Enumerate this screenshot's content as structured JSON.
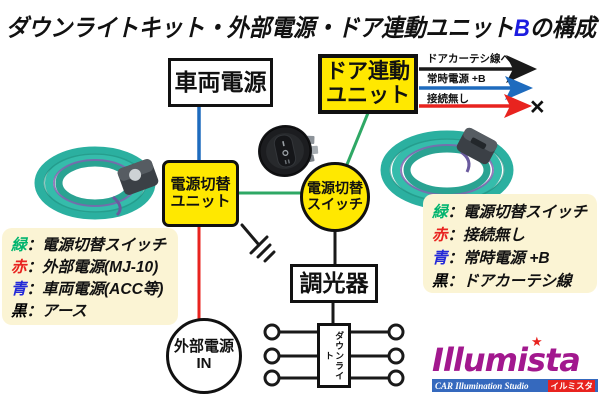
{
  "title": {
    "part1": "ダウンライトキット・外部電源・ドア連動ユニット",
    "highlight": "B",
    "part2": "の構成",
    "highlight_color": "#1c1ce0"
  },
  "nodes": {
    "vehicle_power": {
      "label": "車両電源"
    },
    "door_unit": {
      "line1": "ドア連動",
      "line2": "ユニット"
    },
    "switch_unit": {
      "line1": "電源切替",
      "line2": "ユニット"
    },
    "power_switch": {
      "line1": "電源切替",
      "line2": "スイッチ"
    },
    "dimmer": {
      "label": "調光器"
    },
    "ext_power": {
      "line1": "外部電源",
      "line2": "IN"
    },
    "downlight": {
      "label": "ダウンライト"
    }
  },
  "arrows": {
    "door_courtesy": {
      "label": "ドアカーテシ線へ",
      "color": "#1a1a1a"
    },
    "constant_power": {
      "label": "常時電源 +B",
      "color": "#1e6bbe"
    },
    "no_connect": {
      "label": "接続無し",
      "color": "#e8231f",
      "mark": "×"
    }
  },
  "legend_left": {
    "items": [
      {
        "key": "緑",
        "style": "color:#00b46e",
        "label": "：電源切替スイッチ"
      },
      {
        "key": "赤",
        "style": "color:#e8231f",
        "label": "：外部電源(MJ-10)"
      },
      {
        "key": "青",
        "style": "color:#2228d8",
        "label": "：車両電源(ACC等)"
      },
      {
        "key": "黒",
        "style": "color:#000000",
        "label": "：アース"
      }
    ]
  },
  "legend_right": {
    "items": [
      {
        "key": "緑",
        "style": "color:#00b46e",
        "label": "：電源切替スイッチ"
      },
      {
        "key": "赤",
        "style": "color:#e8231f",
        "label": "：接続無し"
      },
      {
        "key": "青",
        "style": "color:#2228d8",
        "label": "：常時電源 +B"
      },
      {
        "key": "黒",
        "style": "color:#000000",
        "label": "：ドアカーテシ線"
      }
    ]
  },
  "logo": {
    "brand": "Illumista",
    "star": "★",
    "tagline": "CAR Illumination Studio",
    "badge": "イルミスタ",
    "brand_color": "#a2188e",
    "bar_color": "#3569be",
    "badge_color": "#e8231f"
  },
  "wire_colors": {
    "blue": "#1e6bbe",
    "green": "#2ea865",
    "red": "#e8231f",
    "black": "#1a1a1a",
    "coil_teal": "#2bb0a0",
    "box_yellow": "#ffe800",
    "legend_bg": "#fbf4d4"
  }
}
